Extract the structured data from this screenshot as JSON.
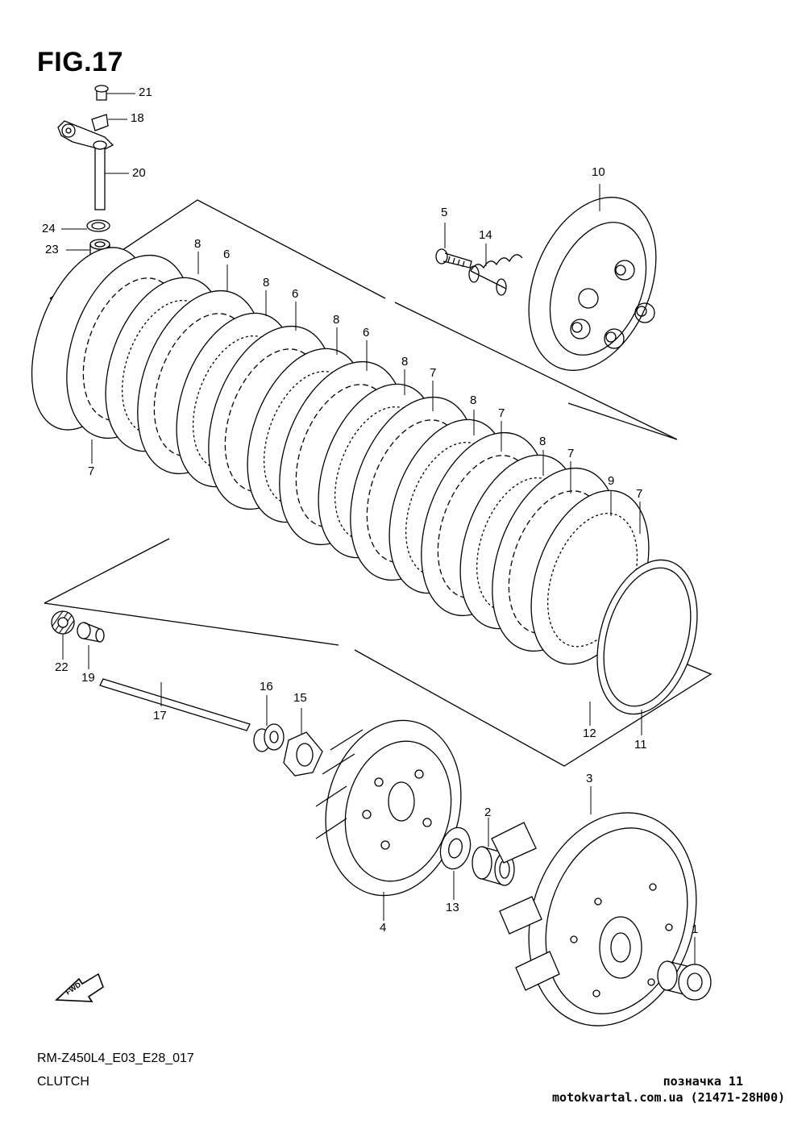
{
  "figure": {
    "title": "FIG.17",
    "model_code": "RM-Z450L4_E03_E28_017",
    "name": "CLUTCH",
    "note": "позначка 11",
    "site": "motokvartal.com.ua (21471-28H00)",
    "fwd_label": "FWD"
  },
  "callouts": [
    {
      "id": "c21",
      "label": "21"
    },
    {
      "id": "c18",
      "label": "18"
    },
    {
      "id": "c20",
      "label": "20"
    },
    {
      "id": "c24",
      "label": "24"
    },
    {
      "id": "c23",
      "label": "23"
    },
    {
      "id": "c10",
      "label": "10"
    },
    {
      "id": "c5",
      "label": "5"
    },
    {
      "id": "c14",
      "label": "14"
    },
    {
      "id": "c8a",
      "label": "8"
    },
    {
      "id": "c6a",
      "label": "6"
    },
    {
      "id": "c8b",
      "label": "8"
    },
    {
      "id": "c6b",
      "label": "6"
    },
    {
      "id": "c8c",
      "label": "8"
    },
    {
      "id": "c6c",
      "label": "6"
    },
    {
      "id": "c8d",
      "label": "8"
    },
    {
      "id": "c7a",
      "label": "7"
    },
    {
      "id": "c8e",
      "label": "8"
    },
    {
      "id": "c7b",
      "label": "7"
    },
    {
      "id": "c8f",
      "label": "8"
    },
    {
      "id": "c7c",
      "label": "7"
    },
    {
      "id": "c9",
      "label": "9"
    },
    {
      "id": "c7d",
      "label": "7"
    },
    {
      "id": "c7e",
      "label": "7"
    },
    {
      "id": "c22",
      "label": "22"
    },
    {
      "id": "c19",
      "label": "19"
    },
    {
      "id": "c17",
      "label": "17"
    },
    {
      "id": "c16",
      "label": "16"
    },
    {
      "id": "c15",
      "label": "15"
    },
    {
      "id": "c12",
      "label": "12"
    },
    {
      "id": "c11",
      "label": "11"
    },
    {
      "id": "c3",
      "label": "3"
    },
    {
      "id": "c2",
      "label": "2"
    },
    {
      "id": "c13",
      "label": "13"
    },
    {
      "id": "c4",
      "label": "4"
    },
    {
      "id": "c1",
      "label": "1"
    }
  ]
}
